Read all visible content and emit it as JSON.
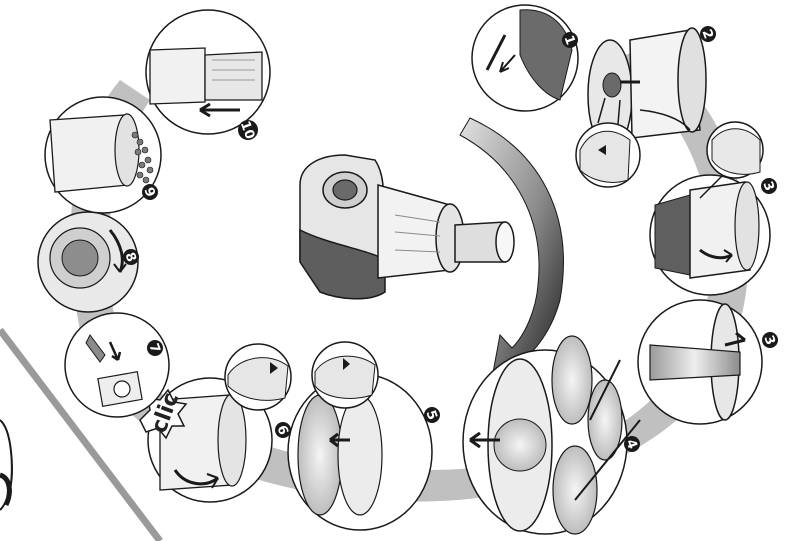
{
  "steps": [
    {
      "id": "step-1",
      "label": "1",
      "rotate": 70
    },
    {
      "id": "step-2",
      "label": "2",
      "rotate": 70
    },
    {
      "id": "step-3a",
      "label": "3",
      "rotate": 70
    },
    {
      "id": "step-3b",
      "label": "3",
      "rotate": 70
    },
    {
      "id": "step-4",
      "label": "4",
      "rotate": 70
    },
    {
      "id": "step-5",
      "label": "5",
      "rotate": 70
    },
    {
      "id": "step-6",
      "label": "6",
      "rotate": 70
    },
    {
      "id": "step-7",
      "label": "7",
      "rotate": 70
    },
    {
      "id": "step-8",
      "label": "8",
      "rotate": 70
    },
    {
      "id": "step-9",
      "label": "9",
      "rotate": 70
    },
    {
      "id": "step-10",
      "label": "10",
      "rotate": 70
    }
  ],
  "clic_label": "clic",
  "colors": {
    "ring_shadow": "#a9a9a9",
    "line": "#1a1a1a",
    "badge": "#1a1a1a",
    "appliance_dark": "#5e5e5e",
    "appliance_light": "#d9d9d9",
    "arrow_grad_dark": "#2a2a2a",
    "arrow_grad_light": "#c8c8c8"
  }
}
